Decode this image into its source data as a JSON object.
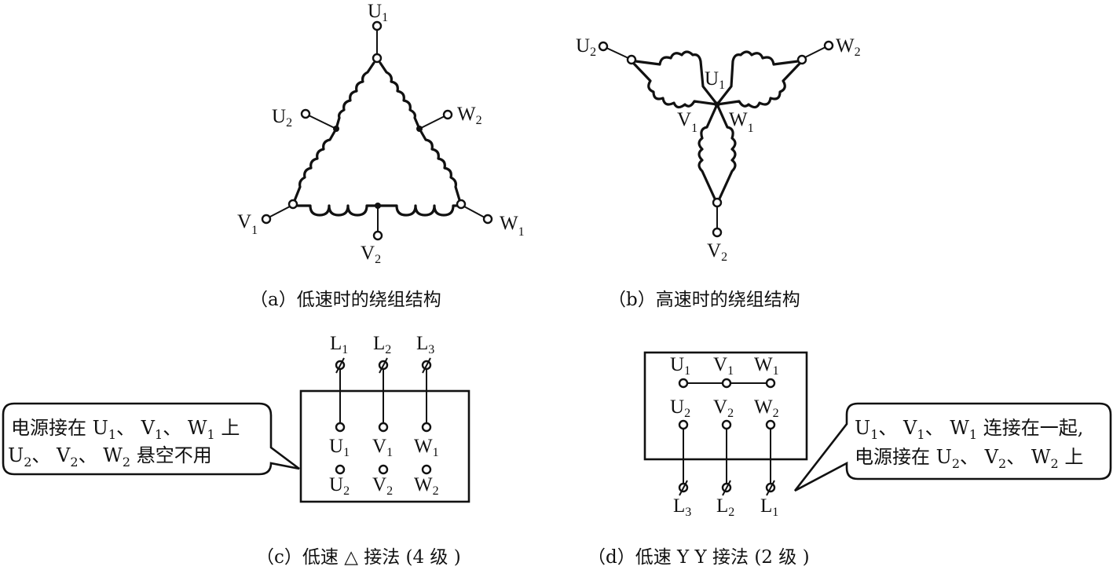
{
  "panels": {
    "a": {
      "caption": "（a）低速时的绕组结构",
      "terminals": {
        "U1": {
          "main": "U",
          "sub": "1"
        },
        "U2": {
          "main": "U",
          "sub": "2"
        },
        "W2": {
          "main": "W",
          "sub": "2"
        },
        "V1": {
          "main": "V",
          "sub": "1"
        },
        "V2": {
          "main": "V",
          "sub": "2"
        },
        "W1": {
          "main": "W",
          "sub": "1"
        }
      }
    },
    "b": {
      "caption": "（b）高速时的绕组结构",
      "terminals": {
        "U2": {
          "main": "U",
          "sub": "2"
        },
        "W2": {
          "main": "W",
          "sub": "2"
        },
        "U1": {
          "main": "U",
          "sub": "1"
        },
        "V1": {
          "main": "V",
          "sub": "1"
        },
        "W1": {
          "main": "W",
          "sub": "1"
        },
        "V2": {
          "main": "V",
          "sub": "2"
        }
      }
    },
    "c": {
      "caption": "（c）低速 △ 接法 (4 级 )",
      "lines": [
        {
          "main": "L",
          "sub": "1"
        },
        {
          "main": "L",
          "sub": "2"
        },
        {
          "main": "L",
          "sub": "3"
        }
      ],
      "row1": [
        {
          "main": "U",
          "sub": "1"
        },
        {
          "main": "V",
          "sub": "1"
        },
        {
          "main": "W",
          "sub": "1"
        }
      ],
      "row2": [
        {
          "main": "U",
          "sub": "2"
        },
        {
          "main": "V",
          "sub": "2"
        },
        {
          "main": "W",
          "sub": "2"
        }
      ],
      "callout": {
        "line1": [
          "电源接在 U",
          "1",
          "、 V",
          "1",
          "、 W",
          "1",
          " 上"
        ],
        "line2": [
          "U",
          "2",
          "、 V",
          "2",
          "、 W",
          "2",
          " 悬空不用"
        ]
      }
    },
    "d": {
      "caption": "（d）低速 Y Y 接法 (2 级 )",
      "row1": [
        {
          "main": "U",
          "sub": "1"
        },
        {
          "main": "V",
          "sub": "1"
        },
        {
          "main": "W",
          "sub": "1"
        }
      ],
      "row2": [
        {
          "main": "U",
          "sub": "2"
        },
        {
          "main": "V",
          "sub": "2"
        },
        {
          "main": "W",
          "sub": "2"
        }
      ],
      "lines": [
        {
          "main": "L",
          "sub": "3"
        },
        {
          "main": "L",
          "sub": "2"
        },
        {
          "main": "L",
          "sub": "1"
        }
      ],
      "callout": {
        "line1": [
          "U",
          "1",
          "、 V",
          "1",
          "、 W",
          "1",
          " 连接在一起,"
        ],
        "line2": [
          "电源接在 U",
          "2",
          "、 V",
          "2",
          "、 W",
          "2",
          " 上"
        ]
      }
    }
  }
}
